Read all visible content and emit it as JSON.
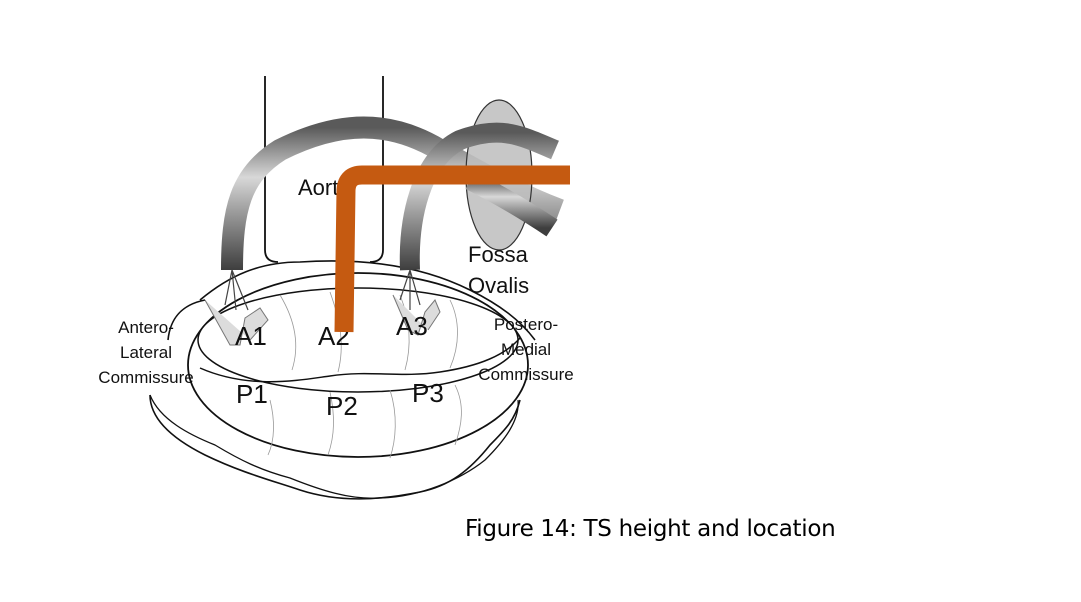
{
  "figure": {
    "caption": "Figure 14: TS height and location",
    "labels": {
      "aorta": "Aorta",
      "fossa_line1": "Fossa",
      "fossa_line2": "Ovalis",
      "antero_line1": "Antero-",
      "antero_line2": "Lateral",
      "antero_line3": "Commissure",
      "postero_line1": "Postero-",
      "postero_line2": "Medial",
      "postero_line3": "Commissure"
    },
    "segments": {
      "anterior": [
        "A1",
        "A2",
        "A3"
      ],
      "posterior": [
        "P1",
        "P2",
        "P3"
      ]
    },
    "colors": {
      "ts_path": "#C55A11",
      "catheter": "#8a8a8a",
      "fossa_disc": "#bdbdbd"
    }
  }
}
